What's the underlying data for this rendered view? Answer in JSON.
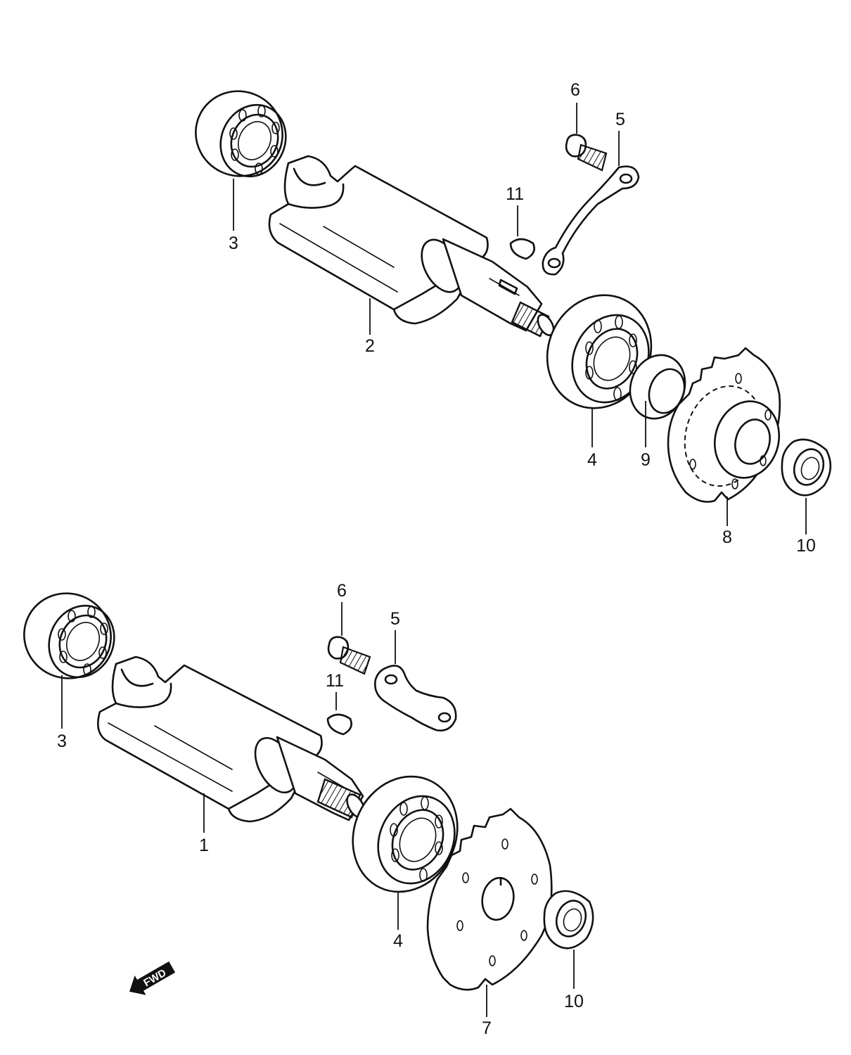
{
  "diagram": {
    "direction_badge": {
      "icon": "forward-arrow-icon",
      "label": "FWD"
    },
    "assemblies": [
      {
        "id": "upper-assembly",
        "callouts": [
          {
            "id": "upper-label-6",
            "text": "6"
          },
          {
            "id": "upper-label-5",
            "text": "5"
          },
          {
            "id": "upper-label-11",
            "text": "11"
          },
          {
            "id": "upper-label-3",
            "text": "3"
          },
          {
            "id": "upper-label-2",
            "text": "2"
          },
          {
            "id": "upper-label-4",
            "text": "4"
          },
          {
            "id": "upper-label-9",
            "text": "9"
          },
          {
            "id": "upper-label-8",
            "text": "8"
          },
          {
            "id": "upper-label-10",
            "text": "10"
          }
        ]
      },
      {
        "id": "lower-assembly",
        "callouts": [
          {
            "id": "lower-label-6",
            "text": "6"
          },
          {
            "id": "lower-label-5",
            "text": "5"
          },
          {
            "id": "lower-label-11",
            "text": "11"
          },
          {
            "id": "lower-label-3",
            "text": "3"
          },
          {
            "id": "lower-label-1",
            "text": "1"
          },
          {
            "id": "lower-label-4",
            "text": "4"
          },
          {
            "id": "lower-label-7",
            "text": "7"
          },
          {
            "id": "lower-label-10",
            "text": "10"
          }
        ]
      }
    ]
  }
}
